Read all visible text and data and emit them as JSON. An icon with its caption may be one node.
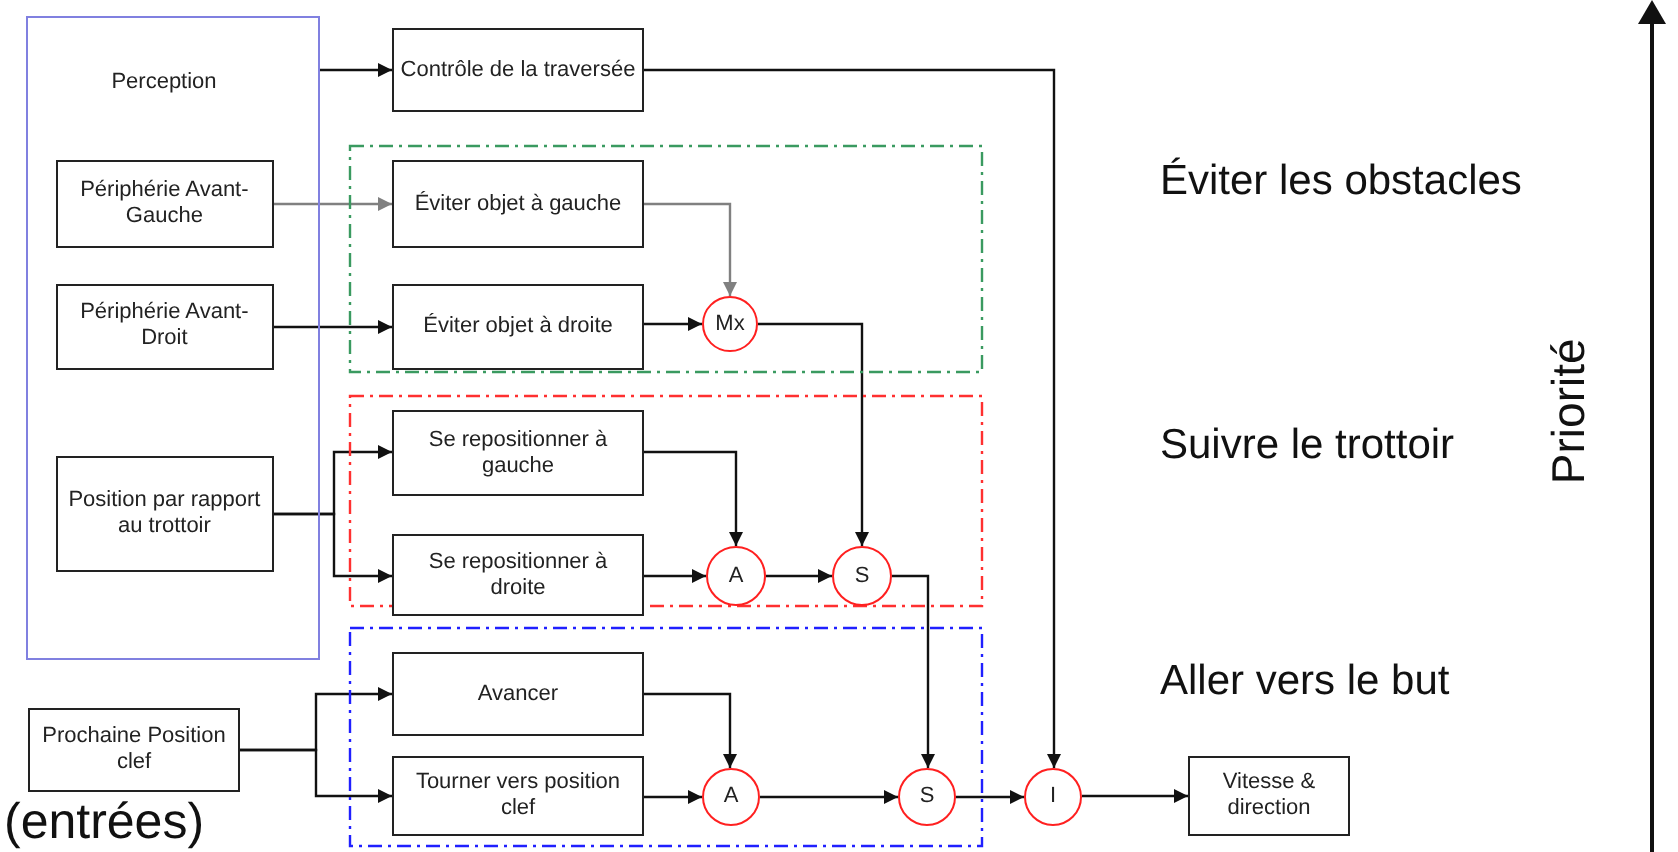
{
  "diagram": {
    "nodes": [
      {
        "text": [
          "Perception"
        ]
      },
      {
        "text": [
          "Périphérie Avant-Gauche"
        ],
        "in": 0
      },
      {
        "text": [
          "Périphérie Avant-Droit"
        ],
        "in": 0
      },
      {
        "text": [
          "Position par rapport au trottoir"
        ],
        "in": 0
      },
      {
        "text": [
          "Prochaine Position clef"
        ]
      },
      {
        "text": [
          "Contrôle de la traversée"
        ]
      },
      {
        "text": [],
        "shape": "box"
      },
      {
        "text": [
          "Éviter objet à gauche"
        ],
        "in": 6
      },
      {
        "text": [
          "Éviter objet à droite"
        ],
        "in": 6
      },
      {
        "text": [
          "Mx"
        ],
        "in": 6
      },
      {
        "text": [],
        "shape": "box"
      },
      {
        "text": [
          "Se repositionner à gauche"
        ],
        "in": 10
      },
      {
        "text": [
          "Se repositionner à droite"
        ],
        "in": 10
      },
      {
        "text": [
          "A"
        ],
        "in": 10
      },
      {
        "text": [
          "S"
        ],
        "in": 10
      },
      {
        "text": [],
        "shape": "box"
      },
      {
        "text": [
          "Avancer"
        ],
        "in": 15
      },
      {
        "text": [
          "Tourner vers position clef"
        ],
        "in": 15
      },
      {
        "text": [
          "A"
        ],
        "in": 15
      },
      {
        "text": [
          "S"
        ],
        "in": 15
      },
      {
        "text": [
          "I"
        ]
      },
      {
        "text": [
          "Vitesse & direction"
        ]
      }
    ],
    "edges": [
      {
        "from": 0,
        "to": 5,
        "arrow": "to"
      },
      {
        "from": 1,
        "to": 7,
        "arrow": "to",
        "color": "#808080"
      },
      {
        "from": 2,
        "to": 8,
        "arrow": "to"
      },
      {
        "from": 3,
        "to": 11,
        "arrow": "to"
      },
      {
        "from": 3,
        "to": 12,
        "arrow": "to"
      },
      {
        "from": 4,
        "to": 16,
        "arrow": "to"
      },
      {
        "from": 4,
        "to": 17,
        "arrow": "to"
      },
      {
        "from": 5,
        "to": 20,
        "arrow": "to"
      },
      {
        "from": 7,
        "to": 9,
        "arrow": "to",
        "color": "#808080"
      },
      {
        "from": 8,
        "to": 9,
        "arrow": "to"
      },
      {
        "from": 9,
        "to": 14,
        "arrow": "to"
      },
      {
        "from": 11,
        "to": 13,
        "arrow": "to"
      },
      {
        "from": 12,
        "to": 13,
        "arrow": "to"
      },
      {
        "from": 13,
        "to": 14,
        "arrow": "to"
      },
      {
        "from": 14,
        "to": 19,
        "arrow": "to"
      },
      {
        "from": 16,
        "to": 18,
        "arrow": "to"
      },
      {
        "from": 17,
        "to": 18,
        "arrow": "to"
      },
      {
        "from": 18,
        "to": 19,
        "arrow": "to"
      },
      {
        "from": 19,
        "to": 20,
        "arrow": "to"
      },
      {
        "from": 20,
        "to": 21,
        "arrow": "to"
      }
    ],
    "labels": [
      "Éviter les obstacles",
      "Suivre le trottoir",
      "Aller vers le but",
      "Priorité",
      "(entrées)"
    ]
  }
}
